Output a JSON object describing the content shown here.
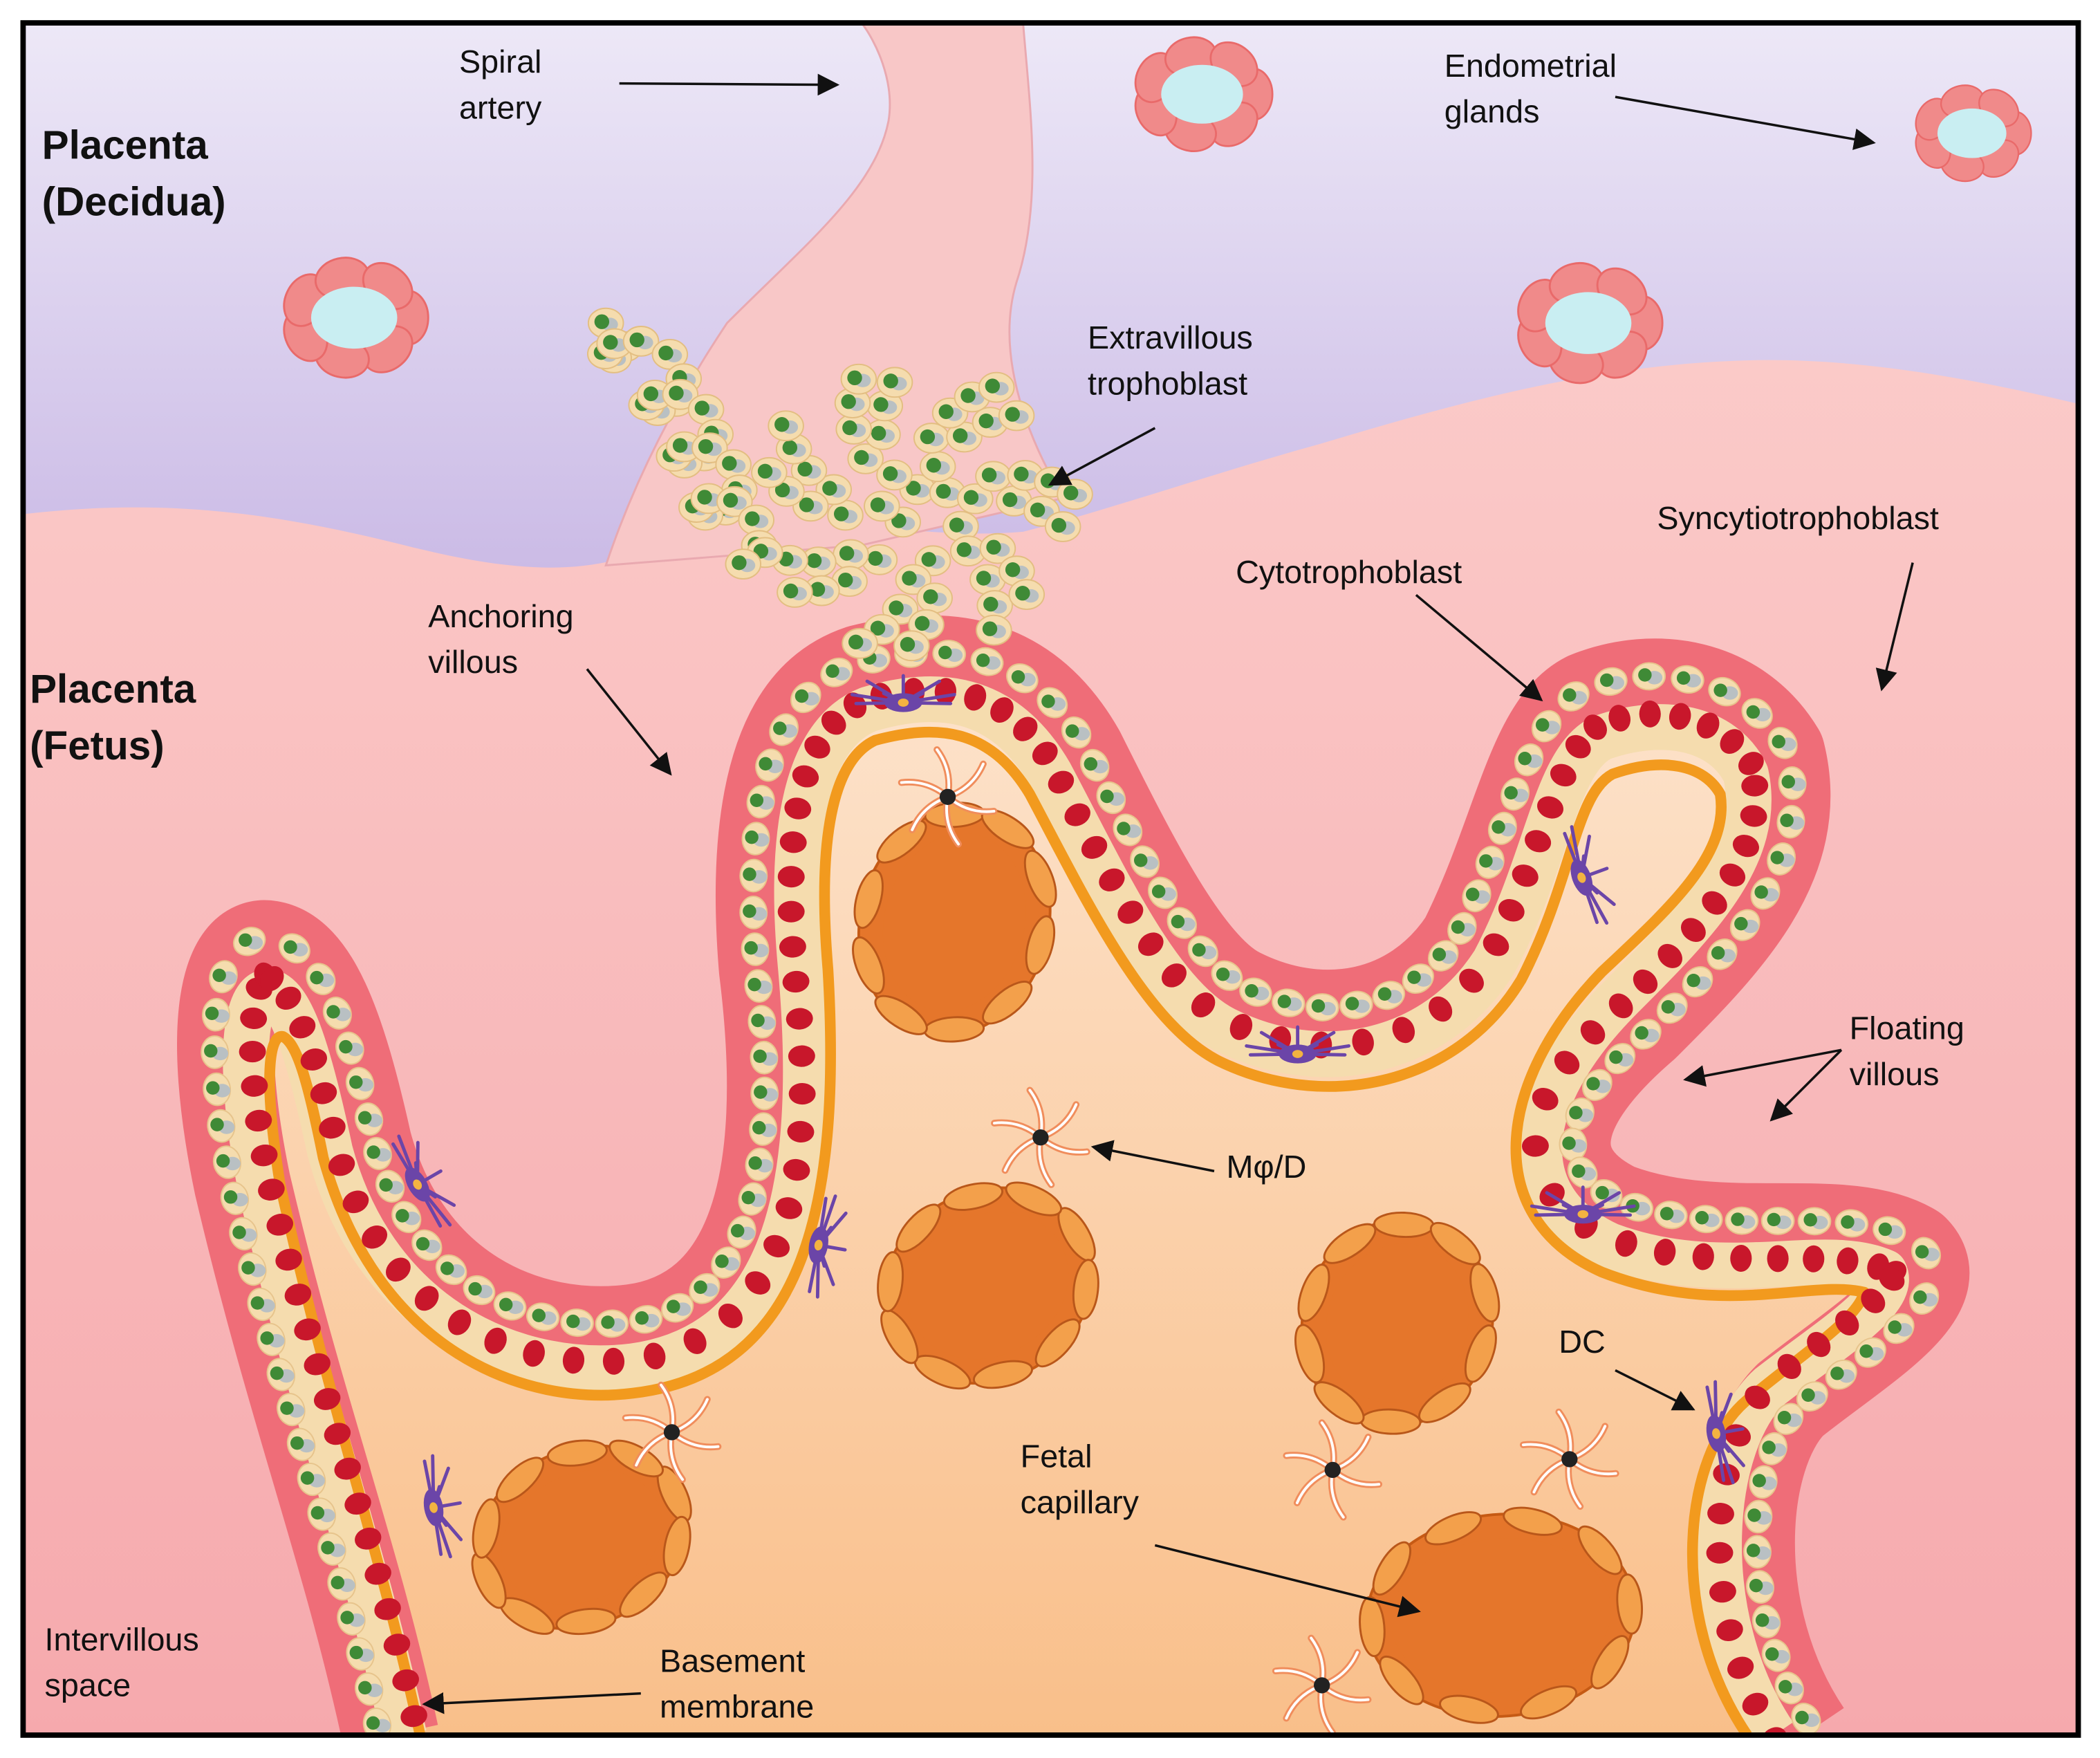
{
  "regions": {
    "decidua": [
      "Placenta",
      "(Decidua)"
    ],
    "fetus": [
      "Placenta",
      "(Fetus)"
    ]
  },
  "labels": {
    "spiral_artery": [
      "Spiral",
      "artery"
    ],
    "endometrial_glands": [
      "Endometrial",
      "glands"
    ],
    "extravillous_trophoblast": [
      "Extravillous",
      "trophoblast"
    ],
    "anchoring_villous": [
      "Anchoring",
      "villous"
    ],
    "cytotrophoblast": [
      "Cytotrophoblast"
    ],
    "syncytiotrophoblast": [
      "Syncytiotrophoblast"
    ],
    "floating_villous": [
      "Floating",
      "villous"
    ],
    "macrophage_dc": [
      "Mφ/D"
    ],
    "dc": [
      "DC"
    ],
    "fetal_capillary": [
      "Fetal",
      "capillary"
    ],
    "intervillous_space": [
      "Intervillous",
      "space"
    ],
    "basement_membrane": [
      "Basement",
      "membrane"
    ]
  },
  "colors": {
    "decidua": "#d8cdee",
    "intervillous": "#f8b5b5",
    "stroma": "#fbd7b0",
    "syncytium": "#ef6d78",
    "syncytium_nucleus": "#c8172b",
    "cytotrophoblast_cell": "#f5dcae",
    "cytotrophoblast_nucleus": "#3f8a36",
    "basement_membrane": "#f29a1e",
    "capillary": "#e5762b",
    "gland_cell": "#f08a8a",
    "gland_lumen": "#c9eef2",
    "dendritic_cell": "#6b45a8"
  }
}
